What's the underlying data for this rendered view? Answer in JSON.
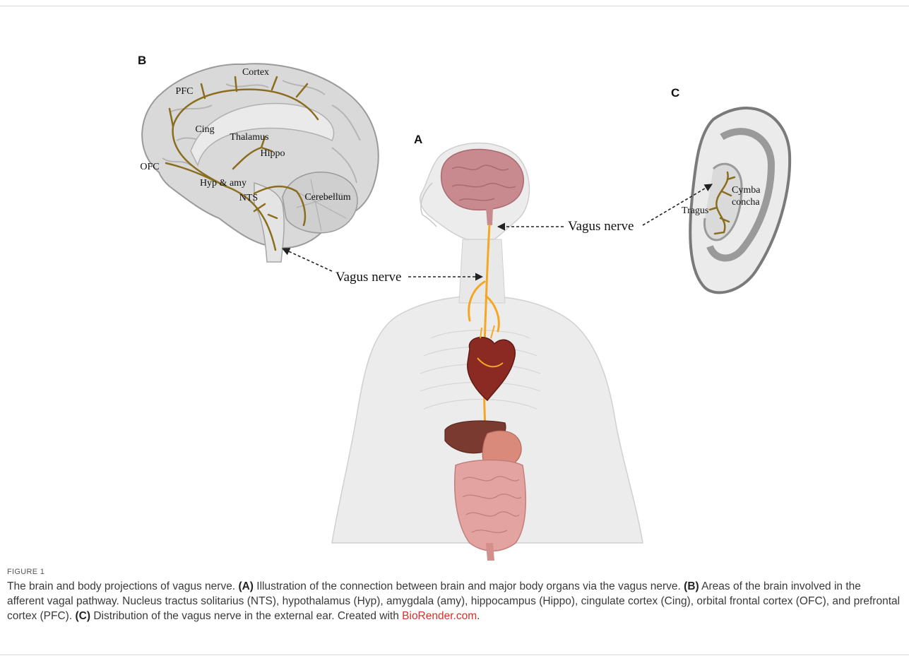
{
  "figure": {
    "panel_labels": {
      "a": "A",
      "b": "B",
      "c": "C"
    },
    "brain_labels": {
      "cortex": "Cortex",
      "pfc": "PFC",
      "cing": "Cing",
      "thalamus": "Thalamus",
      "hippo": "Hippo",
      "ofc": "OFC",
      "hyp_amy": "Hyp & amy",
      "nts": "NTS",
      "cerebellum": "Cerebellum"
    },
    "vagus_left": "Vagus nerve",
    "vagus_right": "Vagus nerve",
    "ear_labels": {
      "cymba": "Cymba",
      "concha": "concha",
      "tragus": "Tragus"
    },
    "colors": {
      "nerve": "#8a6d1f",
      "vagus": "#f5a623",
      "brain": "#c98a8f",
      "body": "#ececec",
      "link": "#d9302a"
    }
  },
  "caption": {
    "fig_num": "FIGURE 1",
    "title": "The brain and body projections of vagus nerve.",
    "a_tag": "(A)",
    "a_text": "Illustration of the connection between brain and major body organs via the vagus nerve.",
    "b_tag": "(B)",
    "b_text": "Areas of the brain involved in the afferent vagal pathway. Nucleus tractus solitarius (NTS), hypothalamus (Hyp), amygdala (amy), hippocampus (Hippo), cingulate cortex (Cing), orbital frontal cortex (OFC), and prefrontal cortex (PFC).",
    "c_tag": "(C)",
    "c_text": "Distribution of the vagus nerve in the external ear.",
    "created_prefix": "Created with",
    "link_text": "BioRender.com",
    "created_suffix": "."
  }
}
